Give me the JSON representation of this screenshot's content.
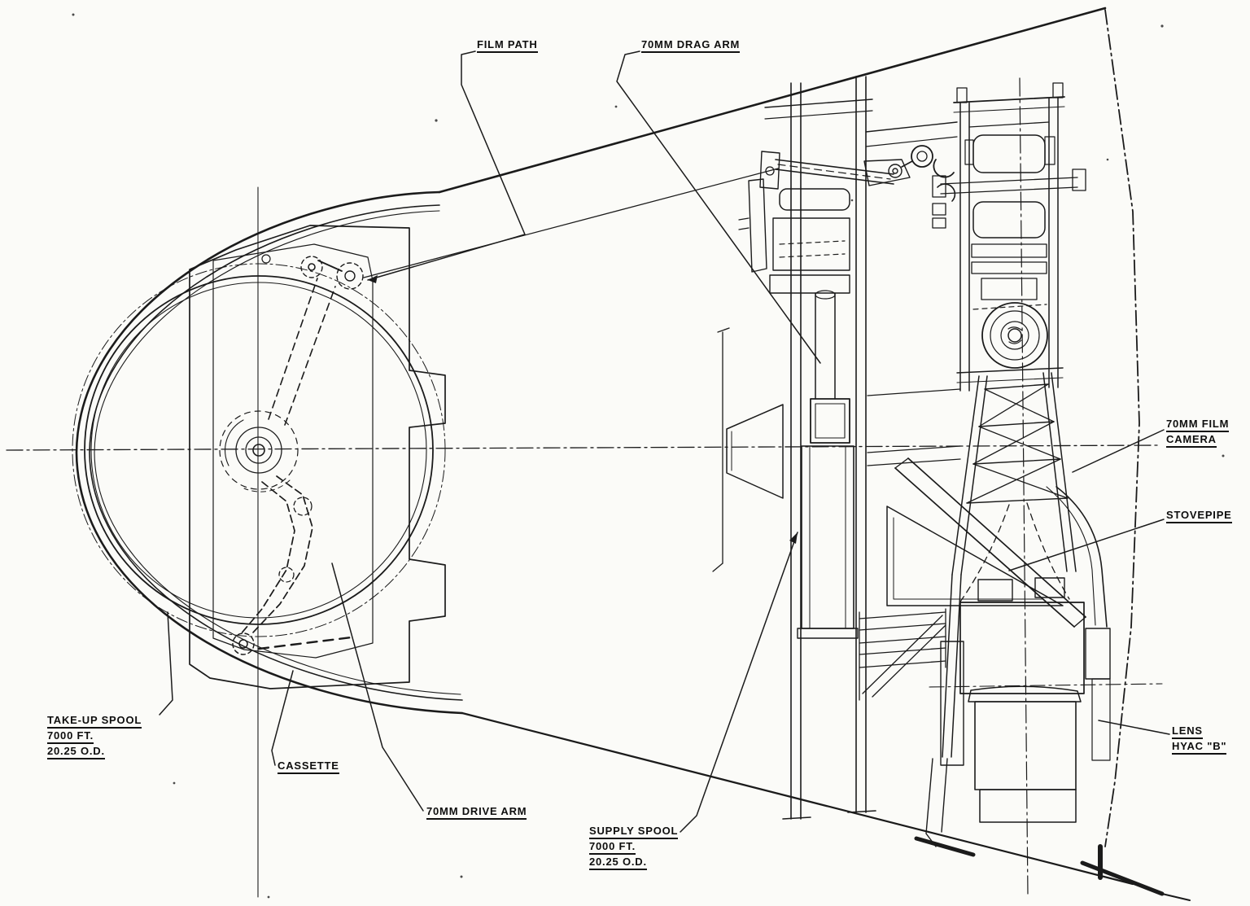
{
  "labels": {
    "film_path": {
      "text": "FILM PATH"
    },
    "drag_arm": {
      "text": "70MM DRAG ARM"
    },
    "film_camera": {
      "line1": "70MM FILM",
      "line2": "CAMERA"
    },
    "stovepipe": {
      "text": "STOVEPIPE"
    },
    "lens": {
      "line1": "LENS",
      "line2": "HYAC \"B\""
    },
    "takeup_spool": {
      "line1": "TAKE-UP SPOOL",
      "line2": "7000 FT.",
      "line3": "20.25 O.D."
    },
    "cassette": {
      "text": "CASSETTE"
    },
    "drive_arm": {
      "text": "70MM DRIVE ARM"
    },
    "supply_spool": {
      "line1": "SUPPLY SPOOL",
      "line2": "7000 FT.",
      "line3": "20.25 O.D."
    }
  },
  "colors": {
    "ink": "#1b1b1b",
    "paper": "#fbfbf8"
  }
}
